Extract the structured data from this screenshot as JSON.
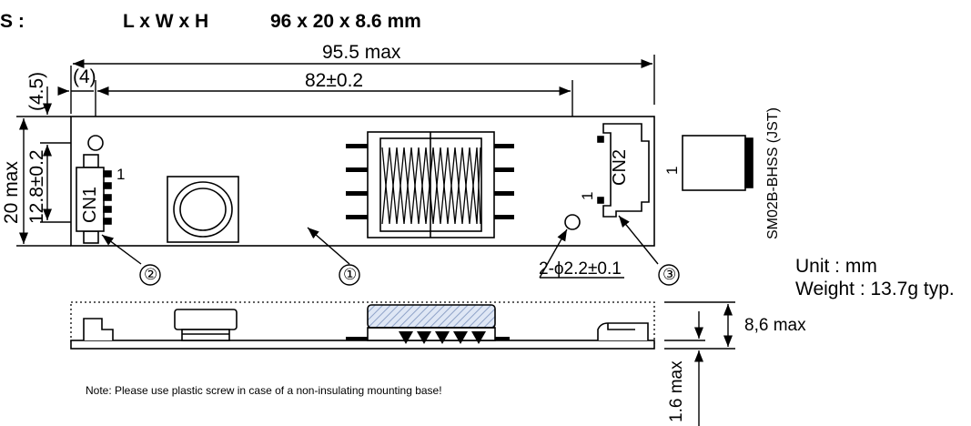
{
  "header": {
    "label": "S :",
    "dims_label": "L x W x H",
    "dims_value": "96 x 20 x 8.6 mm"
  },
  "dimensions": {
    "overall_length": "95.5 max",
    "hole_spacing": "82±0.2",
    "left_offset": "(4)",
    "top_offset": "(4.5)",
    "width": "20 max",
    "hole_vertical": "12.8±0.2",
    "hole_spec": "2-ϕ2.2±0.1",
    "height": "8,6 max",
    "board_thickness": "1.6 max"
  },
  "callouts": [
    "②",
    "①",
    "③"
  ],
  "connectors": {
    "cn1": "CN1",
    "cn2": "CN2",
    "pin1_cn1": "1",
    "pin1_cn2": "1",
    "pin1_mate": "1",
    "mate_part": "SM02B-BHSS (JST)"
  },
  "info": {
    "unit": "Unit : mm",
    "weight": "Weight : 13.7g typ."
  },
  "note": "Note: Please use plastic screw in case of a non-insulating mounting base!"
}
